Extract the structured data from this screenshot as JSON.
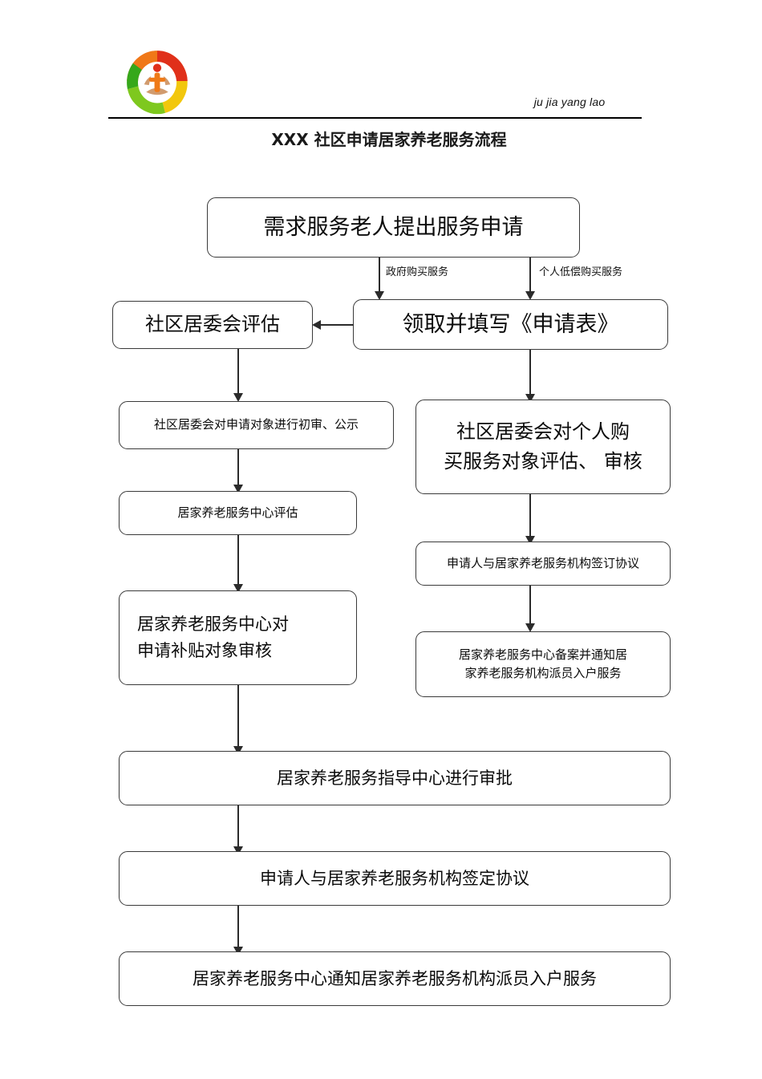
{
  "header": {
    "pinyin": "ju jia yang lao",
    "title": "XXX  社区申请居家养老服务流程",
    "logo_icon": "circular-emblem-icon",
    "logo_colors": [
      "#e8431f",
      "#f0a21a",
      "#f4d71a",
      "#3fb318",
      "#ffffff"
    ]
  },
  "chart_data": {
    "type": "flowchart",
    "title": "XXX  社区申请居家养老服务流程",
    "orientation": "top-down",
    "nodes": [
      {
        "id": "n1",
        "label": "需求服务老人提出服务申请",
        "lines": [
          "需求服务老人提出服务申请"
        ]
      },
      {
        "id": "n2",
        "label": "社区居委会评估",
        "lines": [
          "社区居委会评估"
        ]
      },
      {
        "id": "n3",
        "label": "领取并填写《申请表》",
        "lines": [
          "领取并填写《申请表》"
        ]
      },
      {
        "id": "n4",
        "label": "社区居委会对申请对象进行初审、公示",
        "lines": [
          "社区居委会对申请对象进行初审、公示"
        ]
      },
      {
        "id": "n5",
        "label": "社区居委会对个人购买服务对象评估、 审核",
        "lines": [
          "社区居委会对个人购",
          "买服务对象评估、 审核"
        ]
      },
      {
        "id": "n6",
        "label": "居家养老服务中心评估",
        "lines": [
          "居家养老服务中心评估"
        ]
      },
      {
        "id": "n7",
        "label": "申请人与居家养老服务机构签订协议",
        "lines": [
          "申请人与居家养老服务机构签订协议"
        ]
      },
      {
        "id": "n8",
        "label": "居家养老服务中心对申请补贴对象审核",
        "lines": [
          "居家养老服务中心对",
          "申请补贴对象审核"
        ]
      },
      {
        "id": "n9",
        "label": "居家养老服务中心备案并通知居家养老服务机构派员入户服务",
        "lines": [
          "居家养老服务中心备案并通知居",
          "家养老服务机构派员入户服务"
        ]
      },
      {
        "id": "n10",
        "label": "居家养老服务指导中心进行审批",
        "lines": [
          "居家养老服务指导中心进行审批"
        ]
      },
      {
        "id": "n11",
        "label": "申请人与居家养老服务机构签定协议",
        "lines": [
          "申请人与居家养老服务机构签定协议"
        ]
      },
      {
        "id": "n12",
        "label": "居家养老服务中心通知居家养老服务机构派员入户服务",
        "lines": [
          "居家养老服务中心通知居家养老服务机构派员入户服务"
        ]
      }
    ],
    "edges": [
      {
        "from": "n1",
        "to": "n3",
        "label": "政府购买服务"
      },
      {
        "from": "n1",
        "to": "n3",
        "label": "个人低偿购买服务"
      },
      {
        "from": "n3",
        "to": "n2",
        "label": ""
      },
      {
        "from": "n2",
        "to": "n4",
        "label": ""
      },
      {
        "from": "n4",
        "to": "n6",
        "label": ""
      },
      {
        "from": "n6",
        "to": "n8",
        "label": ""
      },
      {
        "from": "n8",
        "to": "n10",
        "label": ""
      },
      {
        "from": "n10",
        "to": "n11",
        "label": ""
      },
      {
        "from": "n11",
        "to": "n12",
        "label": ""
      },
      {
        "from": "n3",
        "to": "n5",
        "label": ""
      },
      {
        "from": "n5",
        "to": "n7",
        "label": ""
      },
      {
        "from": "n7",
        "to": "n9",
        "label": ""
      }
    ],
    "edge_labels": {
      "gov": "政府购买服务",
      "personal": "个人低偿购买服务"
    }
  }
}
